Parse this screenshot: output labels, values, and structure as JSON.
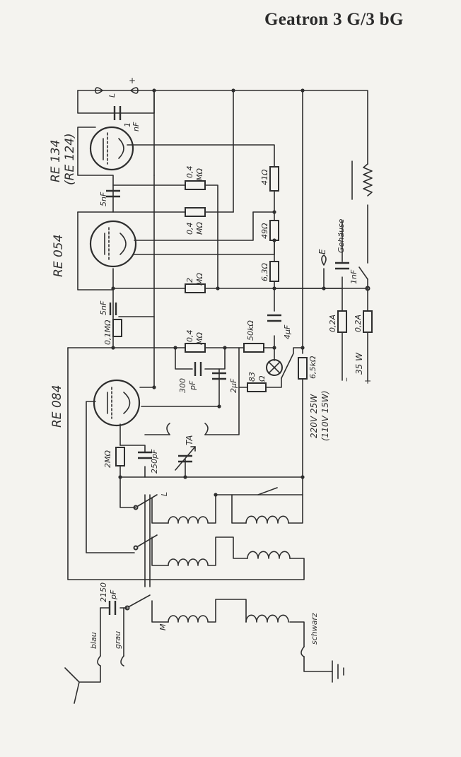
{
  "title": "Geatron 3 G/3 bG",
  "tubes": {
    "t1": "RE 134",
    "t1_alt": "(RE 124)",
    "t2": "RE 054",
    "t3": "RE 084"
  },
  "components": {
    "c_1nf_top": "1",
    "c_1nf_top_unit": "nF",
    "c_5nf_a": "5nF",
    "c_5nf_b": "5nF",
    "r_04_a": "0,4",
    "r_04_a_unit": "MΩ",
    "r_04_b": "0,4",
    "r_04_b_unit": "MΩ",
    "r_41": "41Ω",
    "r_49": "49Ω",
    "r_63": "6,3Ω",
    "r_2m": "2",
    "r_2m_unit": "MΩ",
    "r_01m": "0,1MΩ",
    "r_04_c": "0,4",
    "r_04_c_unit": "MΩ",
    "r_50k": "50kΩ",
    "c_4uf": "4μF",
    "r_65k": "6,5kΩ",
    "c_300pf": "300",
    "c_300pf_unit": "pF",
    "c_2uf": "2μF",
    "r_83": "83",
    "r_83_unit": "Ω",
    "lamp": "220V 25W",
    "lamp_alt": "(110V 15W)",
    "r_2m_b": "2MΩ",
    "c_250pf": "250pF",
    "c_2150": "2150",
    "c_2150_unit": "pF",
    "fuse_a": "0,2A",
    "fuse_b": "0,2A",
    "c_1nf_right": "1nF",
    "gehause": "Gehäuse",
    "e_label": "E",
    "ta_label": "TA",
    "l_label": "L",
    "l_label_b": "L",
    "m_label": "M",
    "w35": "35 W",
    "minus": "–",
    "plus_a": "+",
    "plus_b": "+",
    "blau": "blau",
    "grau": "grau",
    "schwarz": "schwarz"
  }
}
